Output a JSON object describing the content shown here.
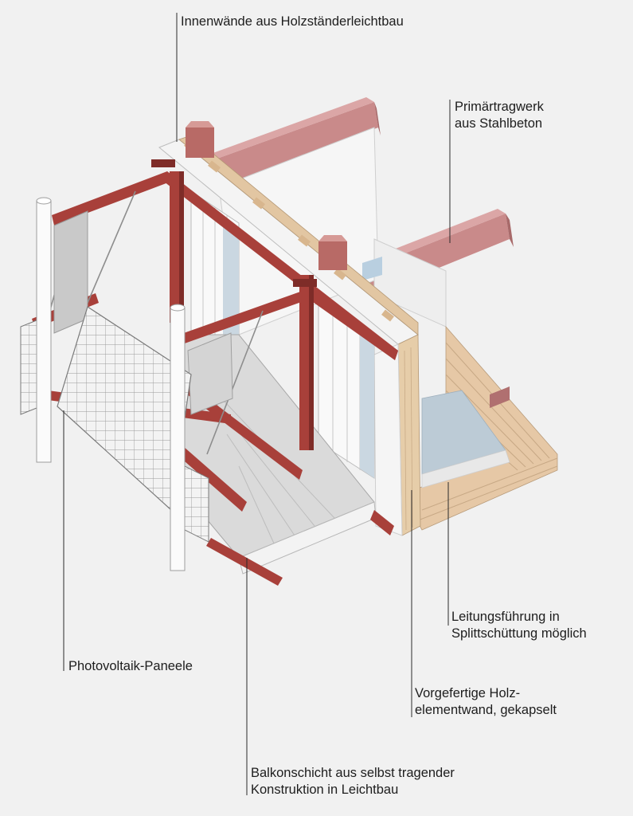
{
  "colors": {
    "background": "#f1f1f1",
    "steel": "#a8403a",
    "steel_side": "#7e2c28",
    "concrete_beam": "#c98a8a",
    "concrete_beam_top": "#dba6a6",
    "wall_white": "#f7f7f7",
    "wood": "#e6c8a6",
    "screed_blue": "#bccbd6",
    "leader": "#2a2a2a"
  },
  "labels": {
    "inner_walls": "Innenwände aus Holzständerleichtbau",
    "primary_structure": [
      "Primärtragwerk",
      "aus Stahlbeton"
    ],
    "conduits": [
      "Leitungsführung in",
      "Splittschüttung möglich"
    ],
    "photovoltaic": "Photovoltaik-Paneele",
    "wood_wall": [
      "Vorgefertige Holz-",
      "elementwand, gekapselt"
    ],
    "balcony_layer": [
      "Balkonschicht aus selbst tragender",
      "Konstruktion in Leichtbau"
    ]
  }
}
